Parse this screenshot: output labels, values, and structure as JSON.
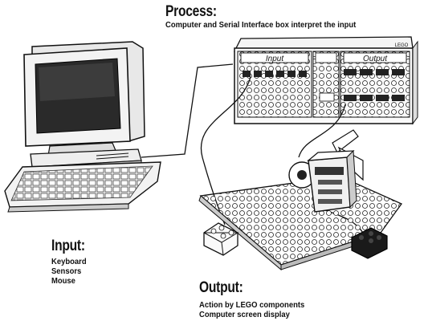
{
  "process": {
    "title": "Process:",
    "description": "Computer and Serial Interface box interpret the input"
  },
  "input": {
    "title": "Input:",
    "items": [
      "Keyboard",
      "Sensors",
      "Mouse"
    ]
  },
  "output": {
    "title": "Output:",
    "items": [
      "Action by LEGO components",
      "Computer screen display"
    ]
  },
  "interface_box": {
    "input_label": "Input",
    "output_label": "Output",
    "logo": "LEGO"
  },
  "icons": [
    "computer-icon",
    "keyboard-icon",
    "interface-box-icon",
    "lego-motor-fan-icon",
    "baseplate-icon",
    "touch-sensor-icon",
    "lego-brick-icon"
  ]
}
